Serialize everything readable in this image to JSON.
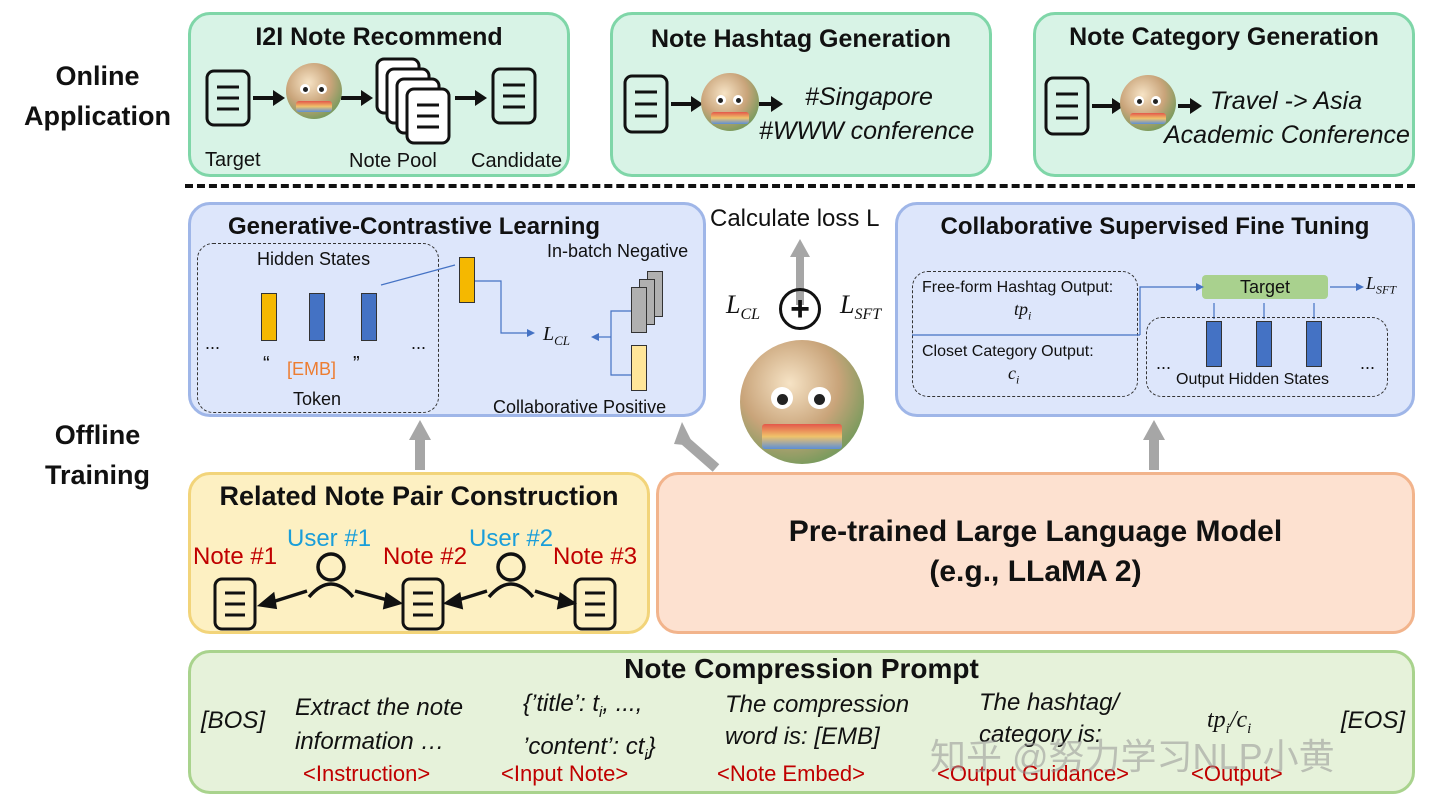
{
  "side_labels": {
    "online_1": "Online",
    "online_2": "Application",
    "offline_1": "Offline",
    "offline_2": "Training"
  },
  "i2i": {
    "title": "I2I Note Recommend",
    "target": "Target",
    "note_pool": "Note Pool",
    "candidate": "Candidate"
  },
  "hashtag": {
    "title": "Note Hashtag Generation",
    "line1": "#Singapore",
    "line2": "#WWW conference"
  },
  "category": {
    "title": "Note Category Generation",
    "line1": "Travel -> Asia",
    "line2": "Academic Conference"
  },
  "gcl": {
    "title": "Generative-Contrastive Learning",
    "hidden_states": "Hidden States",
    "quote_open": "“",
    "emb": "[EMB]",
    "quote_close": "”",
    "token": "Token",
    "dots_left": "...",
    "dots_right": "...",
    "in_batch_negative": "In-batch Negative",
    "collaborative_positive": "Collaborative Positive",
    "loss_label": "L",
    "loss_sub": "CL"
  },
  "center": {
    "calc_loss": "Calculate loss L",
    "l_cl": "L",
    "l_cl_sub": "CL",
    "plus": "+",
    "l_sft": "L",
    "l_sft_sub": "SFT"
  },
  "csft": {
    "title": "Collaborative Supervised Fine Tuning",
    "free_form": "Free-form Hashtag Output:",
    "tp": "tp",
    "tp_sub": "i",
    "closet": "Closet Category Output:",
    "c": "c",
    "c_sub": "i",
    "target": "Target",
    "output_hidden_states": "Output Hidden States",
    "dots_left": "...",
    "dots_right": "...",
    "l_sft": "L",
    "l_sft_sub": "SFT"
  },
  "related": {
    "title": "Related Note Pair Construction",
    "note1": "Note #1",
    "note2": "Note #2",
    "note3": "Note #3",
    "user1": "User #1",
    "user2": "User #2"
  },
  "llm": {
    "line1": "Pre-trained Large Language Model",
    "line2": "(e.g., LLaMA 2)"
  },
  "prompt": {
    "title": "Note Compression Prompt",
    "bos": "[BOS]",
    "instr_1": "Extract the note",
    "instr_2": "information …",
    "input_1": "{’title’: t",
    "input_1_sub": "i",
    "input_1_tail": ", ...,",
    "input_2": "’content’: ct",
    "input_2_sub": "i",
    "input_2_tail": "}",
    "embed_1": "The compression",
    "embed_2": "word is: [EMB]",
    "guide_1": "The hashtag/",
    "guide_2": "category is:",
    "output_tp": "tp",
    "output_tp_sub": "i",
    "output_slash": "/c",
    "output_c_sub": "i",
    "eos": "[EOS]",
    "tag_instruction": "<Instruction>",
    "tag_input": "<Input Note>",
    "tag_embed": "<Note Embed>",
    "tag_guidance": "<Output Guidance>",
    "tag_output": "<Output>"
  },
  "watermark": "知乎 @努力学习NLP小黄",
  "colors": {
    "yellow_bar": "#f5b800",
    "blue_bar": "#4472c4",
    "grey_bar": "#b0b0b0",
    "light_yellow_bar": "#ffe699",
    "target_green": "#a9d18e",
    "note_red": "#c00000",
    "user_blue": "#1a9ed9"
  }
}
